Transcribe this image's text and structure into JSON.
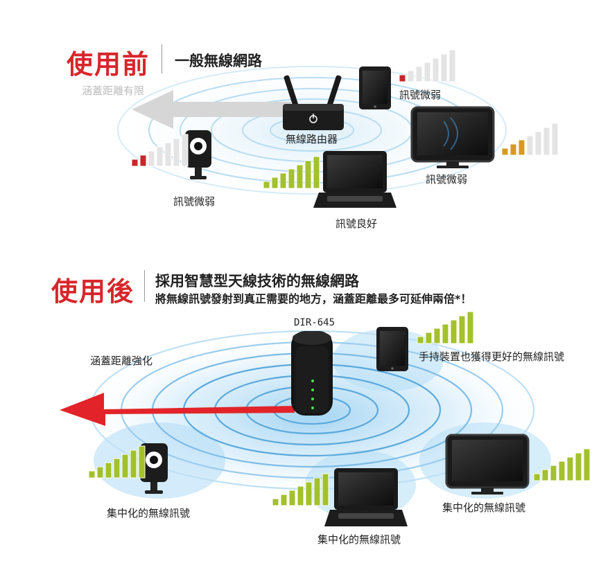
{
  "top": {
    "title": "使用前",
    "subtitle": "一般無線網路",
    "coverage_label": "涵蓋距離有限",
    "router_label": "無線路由器",
    "tablet_label": "訊號微弱",
    "monitor_label": "訊號微弱",
    "camera_label": "訊號微弱",
    "laptop_label": "訊號良好"
  },
  "bottom": {
    "title": "使用後",
    "subtitle": "採用智慧型天線技術的無線網路",
    "subtitle2": "將無線訊號發射到真正需要的地方，涵蓋距離最多可延伸兩倍*！",
    "router_label": "DIR-645",
    "coverage_label": "涵蓋距離強化",
    "tablet_label": "手持裝置也獲得更好的無線訊號",
    "camera_label": "集中化的無線訊號",
    "laptop_label": "集中化的無線訊號",
    "monitor_label": "集中化的無線訊號"
  },
  "signal_levels": {
    "top_tablet": 1,
    "top_monitor": 3,
    "top_camera": 2,
    "top_laptop": 7,
    "bottom_tablet": 7,
    "bottom_camera": 7,
    "bottom_laptop": 7,
    "bottom_monitor": 7
  },
  "colors": {
    "title_red": "#d7262b",
    "bar_red": "#c8262b",
    "bar_orange": "#d89a1e",
    "bar_green": "#a3c12c",
    "bar_empty": "#e4e4e4",
    "arrow_gray": "#d5d5d5",
    "arrow_red": "#e2242a",
    "wave_blue": "#5ab4e6"
  }
}
